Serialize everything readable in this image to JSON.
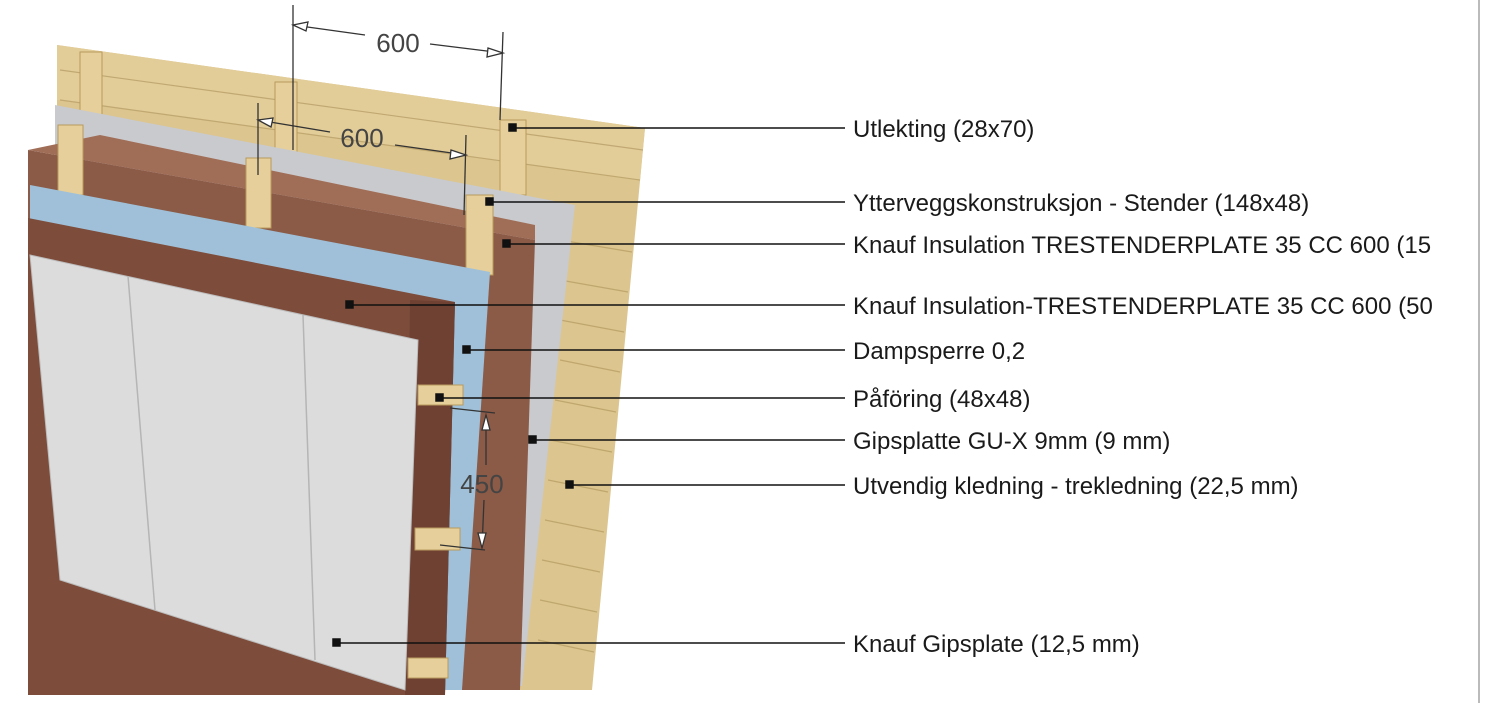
{
  "dimensions": {
    "outer_spacing": "600",
    "inner_spacing": "600",
    "vertical_spacing": "450"
  },
  "labels": [
    "Utlekting (28x70)",
    "Ytterveggskonstruksjon - Stender (148x48)",
    "Knauf Insulation TRESTENDERPLATE 35 CC 600 (15",
    "Knauf Insulation-TRESTENDERPLATE 35 CC 600 (50",
    "Dampsperre 0,2",
    "Påföring (48x48)",
    "Gipsplatte GU-X 9mm (9 mm)",
    "Utvendig kledning - trekledning (22,5 mm)",
    "Knauf Gipsplate (12,5 mm)"
  ],
  "colors": {
    "cladding": "#dcc58e",
    "stud": "#e6cf9a",
    "gypsum_gux": "#c9cacd",
    "insulation": "#8b5b47",
    "vapor_barrier": "#9fc0d8",
    "gypsum_board": "#d9d9d9"
  }
}
